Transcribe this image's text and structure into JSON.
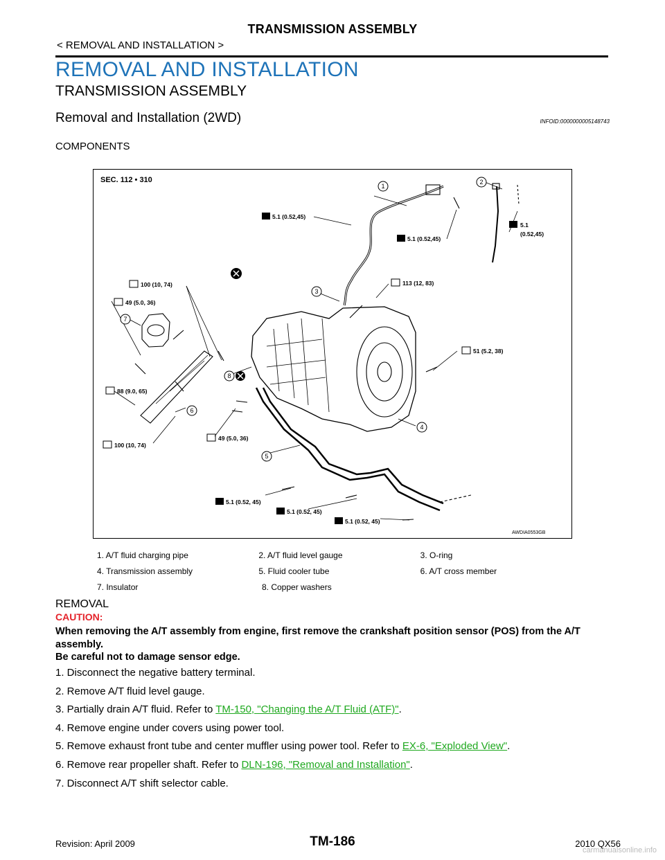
{
  "header": {
    "title": "TRANSMISSION ASSEMBLY",
    "section": "< REMOVAL AND INSTALLATION >"
  },
  "main": {
    "heading1": "REMOVAL AND INSTALLATION",
    "heading2": "TRANSMISSION ASSEMBLY",
    "heading3": "Removal and Installation (2WD)",
    "infoid": "INFOID:0000000005148743",
    "components_label": "COMPONENTS"
  },
  "figure": {
    "sec": "SEC. 112 • 310",
    "code": "AWDIA0553GB",
    "torques": {
      "t1": "5.1 (0.52,45)",
      "t2": "5.1 (0.52,45)",
      "t3a": "5.1",
      "t3b": "(0.52,45)",
      "t4": "100 (10, 74)",
      "t5": "49 (5.0, 36)",
      "t6": "113 (12, 83)",
      "t7": "51 (5.2, 38)",
      "t8": "88 (9.0, 65)",
      "t9": "49 (5.0, 36)",
      "t10": "100 (10, 74)",
      "t11": "5.1 (0.52, 45)",
      "t12": "5.1 (0.52, 45)",
      "t13": "5.1 (0.52, 45)"
    },
    "callouts": [
      "1",
      "2",
      "3",
      "4",
      "5",
      "6",
      "7",
      "8"
    ]
  },
  "legend": [
    [
      "1.   A/T fluid charging pipe",
      "2.   A/T fluid level gauge",
      "3.   O-ring"
    ],
    [
      "4.   Transmission assembly",
      "5.   Fluid cooler tube",
      "6.   A/T cross member"
    ],
    [
      "7.   Insulator",
      "8.   Copper washers",
      ""
    ]
  ],
  "removal": {
    "heading": "REMOVAL",
    "caution_label": "CAUTION:",
    "caution_line1": "When removing the A/T assembly from engine, first remove the crankshaft position sensor (POS) from the A/T assembly.",
    "caution_line2": "Be careful not to damage sensor edge.",
    "steps": {
      "s1": "1.  Disconnect the negative battery terminal.",
      "s2": "2.  Remove A/T fluid level gauge.",
      "s3_pre": "3.  Partially drain A/T fluid. Refer to ",
      "s3_link": "TM-150, \"Changing the A/T Fluid (ATF)\"",
      "s3_post": ".",
      "s4": "4.  Remove engine under covers using power tool.",
      "s5_pre": "5.  Remove exhaust front tube and center muffler using power tool. Refer to ",
      "s5_link": "EX-6, \"Exploded View\"",
      "s5_post": ".",
      "s6_pre": "6.  Remove rear propeller shaft. Refer to ",
      "s6_link": "DLN-196, \"Removal and Installation\"",
      "s6_post": ".",
      "s7": "7.  Disconnect A/T shift selector cable."
    }
  },
  "footer": {
    "revision": "Revision: April 2009",
    "page": "TM-186",
    "model": "2010 QX56",
    "watermark": "carmanualsonline.info"
  }
}
